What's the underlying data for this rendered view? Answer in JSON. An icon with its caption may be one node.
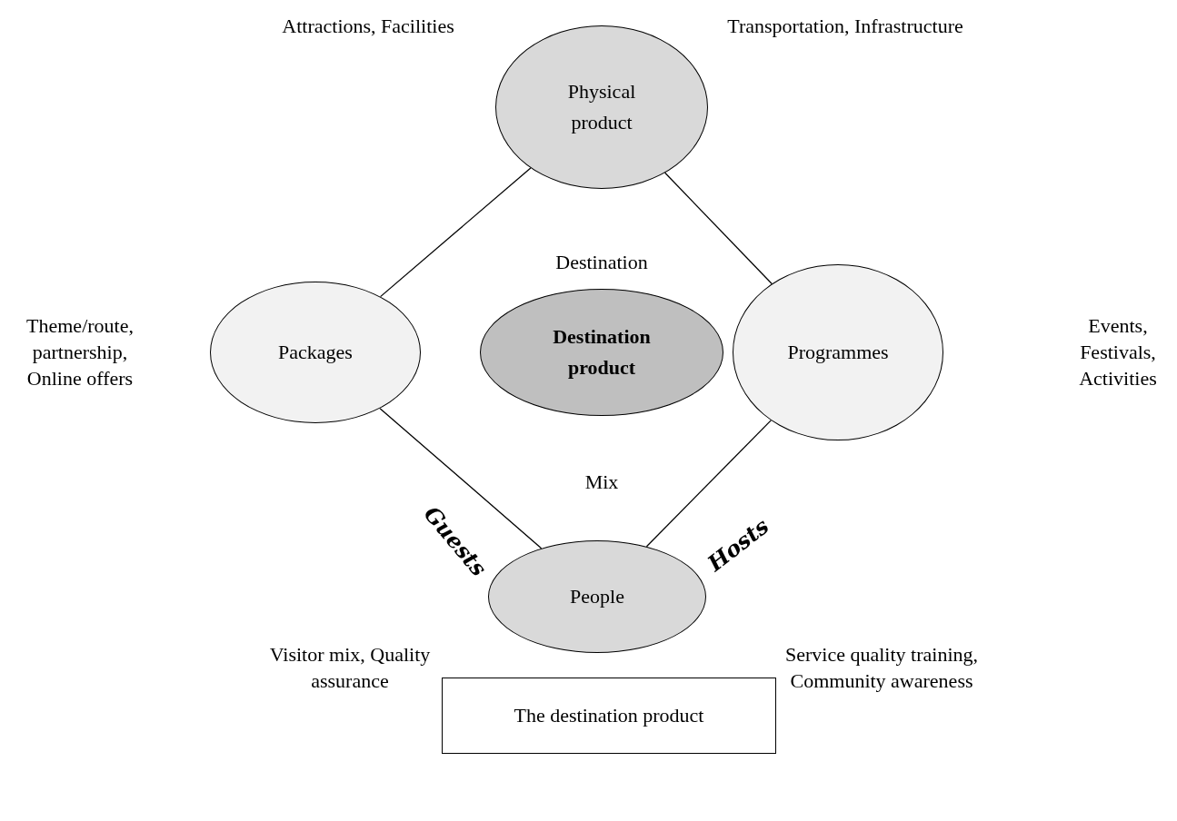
{
  "diagram": {
    "nodes": [
      {
        "text": [
          "Physical product"
        ],
        "beside": [
          "Attractions, Facilities",
          "Transportation, Infrastructure"
        ]
      },
      {
        "text": [
          "Packages"
        ],
        "beside": [
          "Theme/route, partnership, Online offers"
        ]
      },
      {
        "text": [
          "Destination product"
        ]
      },
      {
        "text": [
          "Programmes"
        ]
      },
      {
        "text": [
          "People"
        ]
      },
      {
        "text": [
          "The destination product"
        ]
      }
    ],
    "edges": [
      {
        "from": 1,
        "to": 0,
        "arrow": "none"
      },
      {
        "from": 0,
        "to": 3,
        "arrow": "none"
      },
      {
        "from": 1,
        "to": 4,
        "label": "Guests",
        "arrow": "none"
      },
      {
        "from": 4,
        "to": 3,
        "label": "Hosts",
        "arrow": "none"
      }
    ],
    "labels": [
      "Destination",
      "Events, Festivals, Activities",
      "Mix",
      "Visitor mix, Quality assurance",
      "Service quality training, Community awareness"
    ]
  }
}
